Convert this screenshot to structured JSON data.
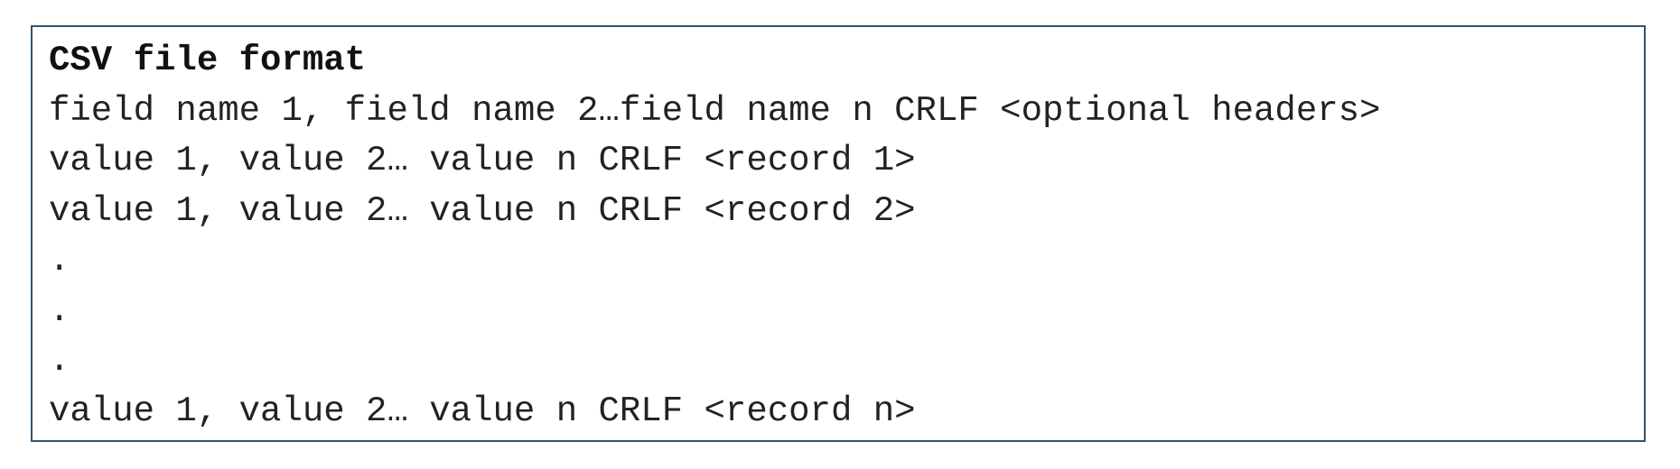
{
  "document": {
    "title": "CSV file format",
    "lines": [
      "field name 1, field name 2…field name n CRLF <optional headers>",
      "value 1, value 2… value n CRLF <record 1>",
      "value 1, value 2… value n CRLF <record 2>",
      ".",
      ".",
      ".",
      "value 1, value 2… value n CRLF <record n>"
    ]
  },
  "colors": {
    "border": "#2f5470",
    "text": "#222222"
  }
}
